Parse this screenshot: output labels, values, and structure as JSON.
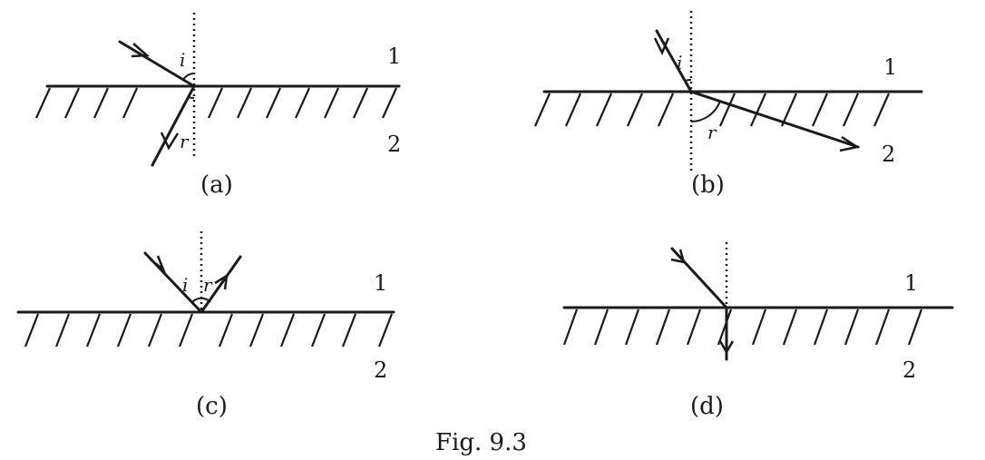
{
  "figure_caption": "Fig. 9.3",
  "panels": [
    {
      "id": "a",
      "caption": "(a)",
      "medium_upper": "1",
      "medium_lower": "2",
      "incidence_angle": "i",
      "refraction_angle": "r"
    },
    {
      "id": "b",
      "caption": "(b)",
      "medium_upper": "1",
      "medium_lower": "2",
      "incidence_angle": "i",
      "refraction_angle": "r"
    },
    {
      "id": "c",
      "caption": "(c)",
      "medium_upper": "1",
      "medium_lower": "2",
      "incidence_angle": "i",
      "reflection_angle": "r"
    },
    {
      "id": "d",
      "caption": "(d)",
      "medium_upper": "1",
      "medium_lower": "2"
    }
  ]
}
